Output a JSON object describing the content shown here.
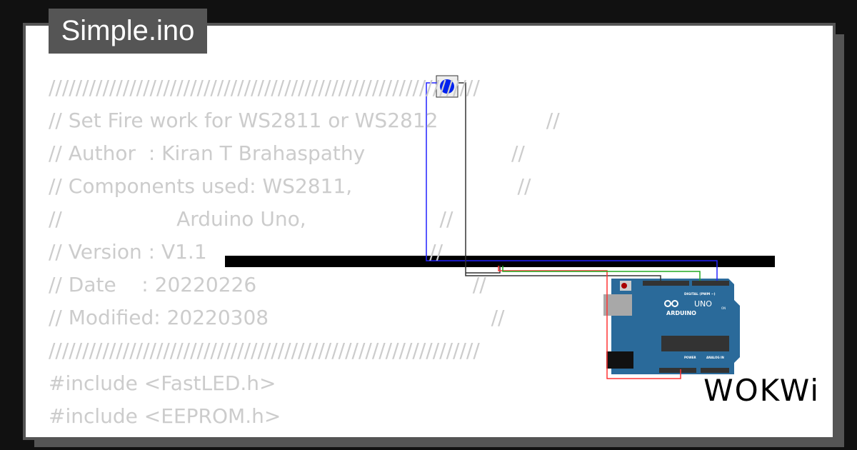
{
  "title": "Simple.ino",
  "code_lines": [
    "////////////////////////////////////////////////////////////////",
    "// Set Fire work for WS2811 or WS2812                 //",
    "// Author  : Kiran T Brahaspathy                       //",
    "// Components used: WS2811,                          //",
    "//                  Arduino Uno,                     //",
    "// Version : V1.1                                   //",
    "// Date    : 20220226                                  //",
    "// Modified: 20220308                                   //",
    "////////////////////////////////////////////////////////////////",
    "#include <FastLED.h>",
    "#include <EEPROM.h>"
  ],
  "logo": "WOKWi",
  "board": {
    "brand": "ARDUINO",
    "model": "UNO",
    "digital_label": "DIGITAL (PWM ~)",
    "power_label": "POWER",
    "analog_label": "ANALOG IN",
    "on_label": "ON"
  },
  "colors": {
    "background": "#111111",
    "frame": "#555555",
    "code_text": "#cccccc",
    "board": "#2a6a9a",
    "wire_red": "#ff3333",
    "wire_blue": "#2222ff",
    "wire_black": "#333333",
    "wire_green": "#22aa22",
    "button_cap": "#0022ee"
  }
}
